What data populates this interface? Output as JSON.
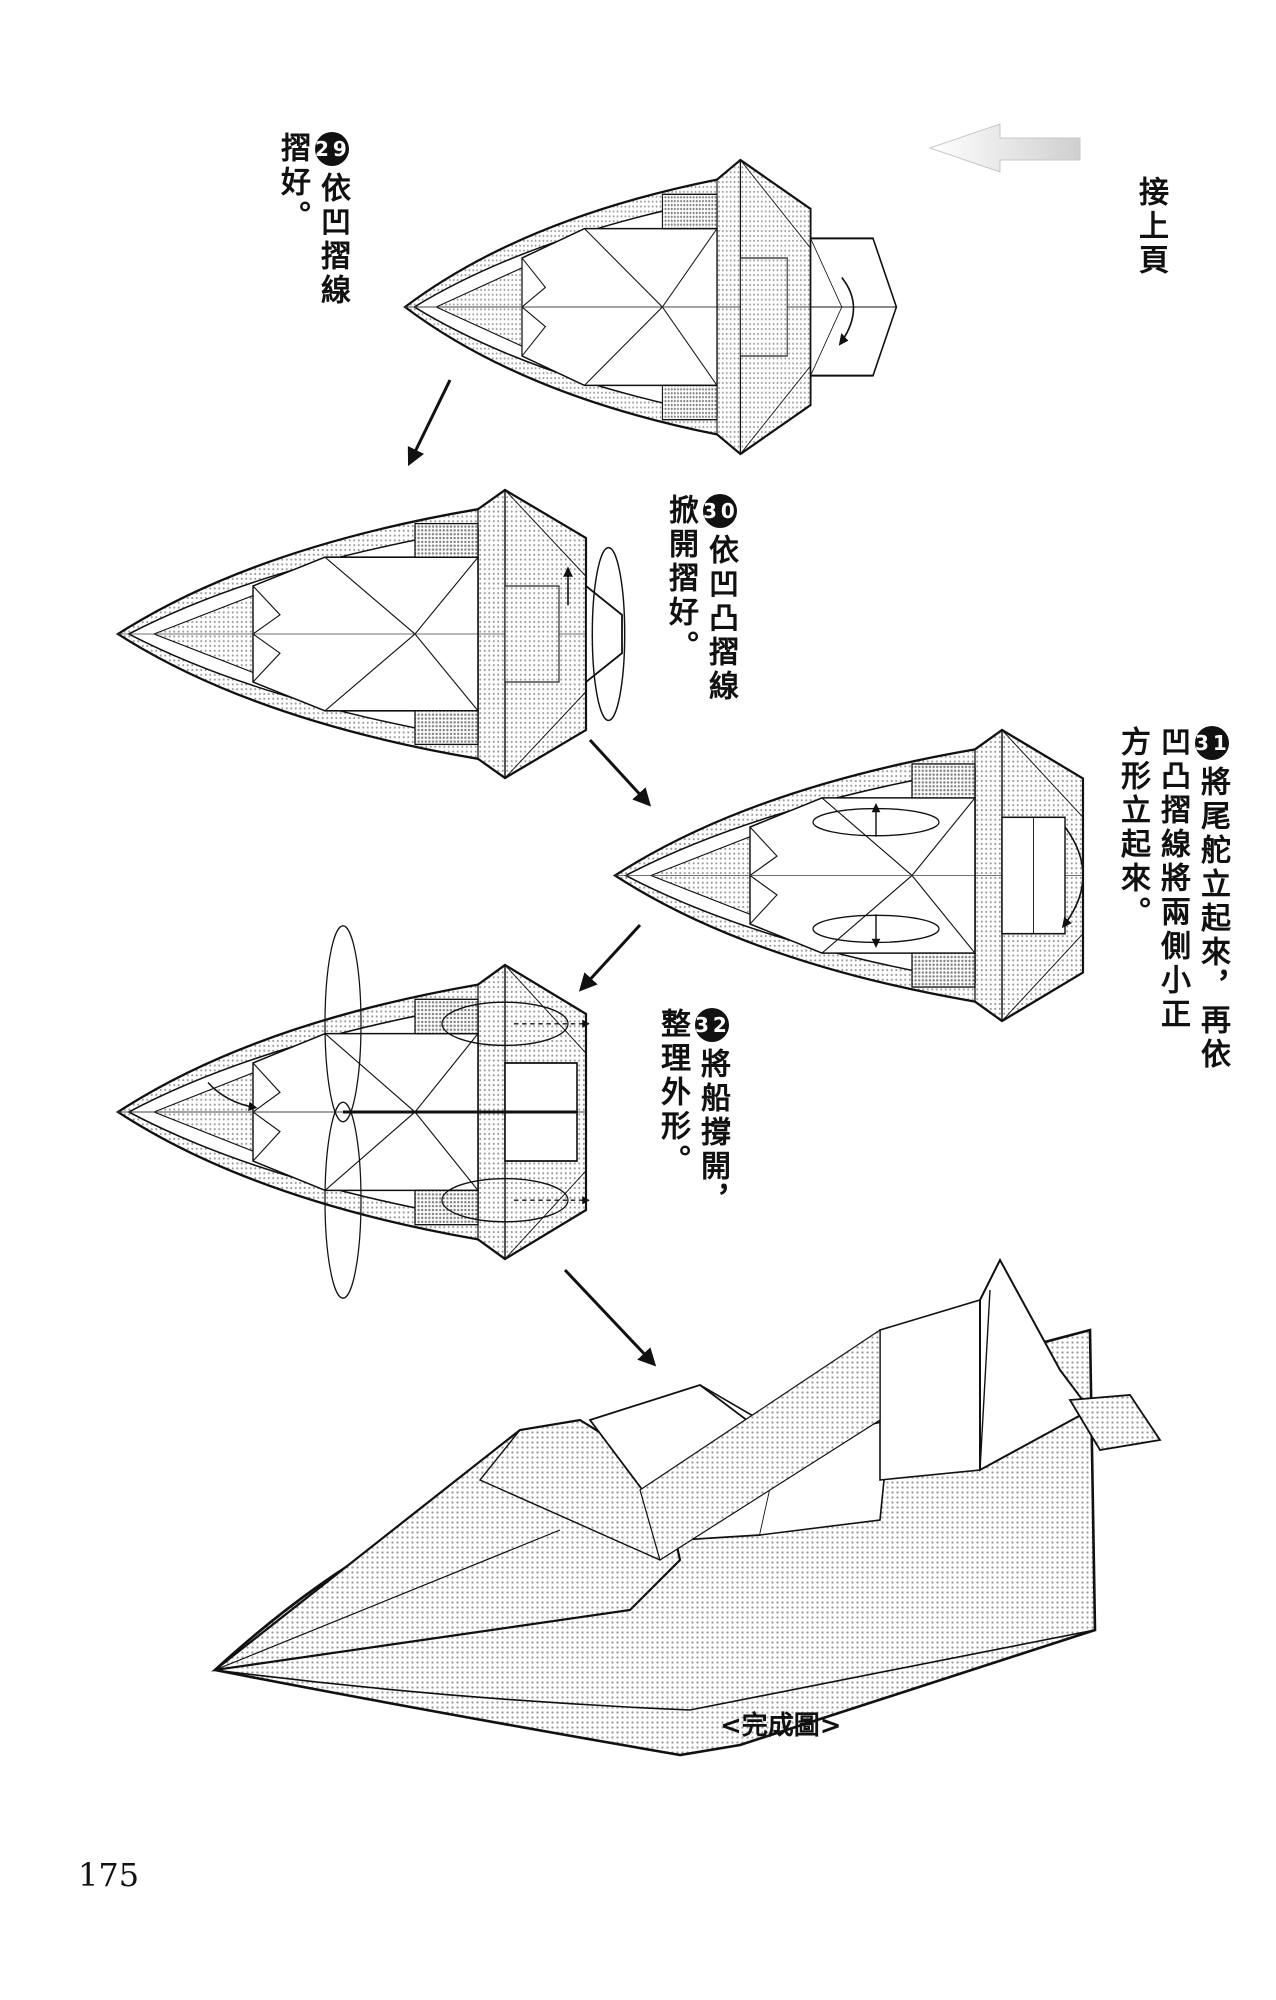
{
  "header": {
    "continued_label": "接上頁"
  },
  "steps": [
    {
      "number": "29",
      "lines": [
        "依凹摺線",
        "摺好。"
      ]
    },
    {
      "number": "30",
      "lines": [
        "依凹凸摺線",
        "掀開摺好。"
      ]
    },
    {
      "number": "31",
      "lines": [
        "將尾舵立起來，再依",
        "凹凸摺線將兩側小正",
        "方形立起來。"
      ]
    },
    {
      "number": "32",
      "lines": [
        "將船撐開，",
        "整理外形。"
      ]
    }
  ],
  "caption": "<完成圖>",
  "page_number": "175",
  "colors": {
    "ink": "#111111",
    "screen_tone": "#bdbdbd",
    "paper": "#ffffff"
  }
}
